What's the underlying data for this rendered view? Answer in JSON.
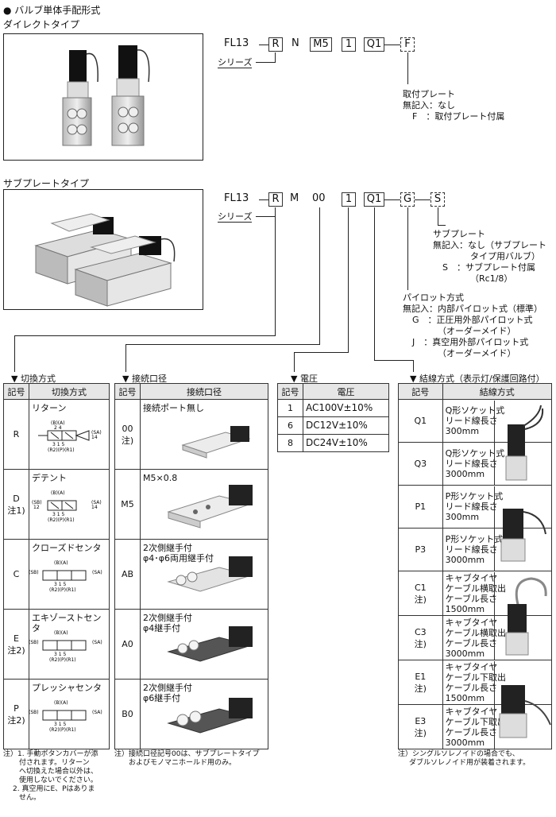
{
  "heading": "● バルブ単体手配形式",
  "direct": {
    "label": "ダイレクトタイプ",
    "code": {
      "prefix": "FL13",
      "r": "R",
      "n": "N",
      "m5": "M5",
      "one": "1",
      "q1": "Q1",
      "f": "F",
      "series": "シリーズ"
    },
    "plate": {
      "title": "取付プレート",
      "none": "無記入：なし",
      "f": "F　：取付プレート付属"
    }
  },
  "subplate": {
    "label": "サブプレートタイプ",
    "code": {
      "prefix": "FL13",
      "r": "R",
      "m": "M",
      "oo": "00",
      "one": "1",
      "q1": "Q1",
      "g": "G",
      "s": "S",
      "series": "シリーズ"
    },
    "subplate_info": {
      "title": "サブプレート",
      "none1": "無記入：なし（サブプレート",
      "none2": "タイプ用バルブ）",
      "s1": "S　：サブプレート付属",
      "s2": "（Rc1/8）"
    },
    "pilot": {
      "title": "パイロット方式",
      "none": "無記入：内部パイロット式（標準）",
      "g1": "G　：正圧用外部パイロット式",
      "g2": "（オーダーメイド）",
      "j1": "J　：真空用外部パイロット式",
      "j2": "（オーダーメイド）"
    }
  },
  "switching": {
    "title": "切換方式",
    "headers": [
      "記号",
      "切換方式"
    ],
    "rows": [
      {
        "code": "R",
        "note": "",
        "name": "リターン"
      },
      {
        "code": "D",
        "note": "注1)",
        "name": "デテント"
      },
      {
        "code": "C",
        "note": "",
        "name": "クローズドセンタ"
      },
      {
        "code": "E",
        "note": "注2)",
        "name": "エキゾーストセンタ"
      },
      {
        "code": "P",
        "note": "注2)",
        "name": "プレッシャセンタ"
      }
    ],
    "sym": {
      "b": "(B)",
      "a": "(A)",
      "sb": "(SB)",
      "sa": "(SA)",
      "n2": "2",
      "n4": "4",
      "n12": "12",
      "n14": "14",
      "n3": "3",
      "n1": "1",
      "n5": "5",
      "r2": "(R2)(P)(R1)"
    },
    "notes": [
      "注）1. 手動ボタンカバーが添",
      "付されます。リターン",
      "へ切換えた場合以外は、",
      "使用しないでください。",
      "2. 真空用にE、Pはありま",
      "せん。"
    ]
  },
  "port": {
    "title": "接続口径",
    "headers": [
      "記号",
      "接続口径"
    ],
    "rows": [
      {
        "code": "00",
        "note": "注)",
        "lines": [
          "接続ポート無し"
        ]
      },
      {
        "code": "M5",
        "note": "",
        "lines": [
          "M5×0.8"
        ]
      },
      {
        "code": "AB",
        "note": "",
        "lines": [
          "2次側継手付",
          "φ4･φ6両用継手付"
        ]
      },
      {
        "code": "A0",
        "note": "",
        "lines": [
          "2次側継手付",
          "φ4継手付"
        ]
      },
      {
        "code": "B0",
        "note": "",
        "lines": [
          "2次側継手付",
          "φ6継手付"
        ]
      }
    ],
    "notes": [
      "注）接続口径記号00は、サブプレートタイプ",
      "およびモノマニホールド用のみ。"
    ]
  },
  "voltage": {
    "title": "電圧",
    "headers": [
      "記号",
      "電圧"
    ],
    "rows": [
      {
        "code": "1",
        "value": "AC100V±10%"
      },
      {
        "code": "6",
        "value": "DC12V±10%"
      },
      {
        "code": "8",
        "value": "DC24V±10%"
      }
    ]
  },
  "wiring": {
    "title": "結線方式（表示灯/保護回路付）",
    "headers": [
      "記号",
      "結線方式"
    ],
    "rows": [
      {
        "code": "Q1",
        "note": "",
        "lines": [
          "Q形ソケット式",
          "リード線長さ",
          "300mm"
        ]
      },
      {
        "code": "Q3",
        "note": "",
        "lines": [
          "Q形ソケット式",
          "リード線長さ",
          "3000mm"
        ]
      },
      {
        "code": "P1",
        "note": "",
        "lines": [
          "P形ソケット式",
          "リード線長さ",
          "300mm"
        ]
      },
      {
        "code": "P3",
        "note": "",
        "lines": [
          "P形ソケット式",
          "リード線長さ",
          "3000mm"
        ]
      },
      {
        "code": "C1",
        "note": "注)",
        "lines": [
          "キャブタイヤ",
          "ケーブル横取出",
          "ケーブル長さ",
          "1500mm"
        ]
      },
      {
        "code": "C3",
        "note": "注)",
        "lines": [
          "キャブタイヤ",
          "ケーブル横取出",
          "ケーブル長さ",
          "3000mm"
        ]
      },
      {
        "code": "E1",
        "note": "注)",
        "lines": [
          "キャブタイヤ",
          "ケーブル下取出",
          "ケーブル長さ",
          "1500mm"
        ]
      },
      {
        "code": "E3",
        "note": "注)",
        "lines": [
          "キャブタイヤ",
          "ケーブル下取出",
          "ケーブル長さ",
          "3000mm"
        ]
      }
    ],
    "notes": [
      "注）シングルソレノイドの場合でも、",
      "ダブルソレノイド用が装着されます。"
    ]
  }
}
